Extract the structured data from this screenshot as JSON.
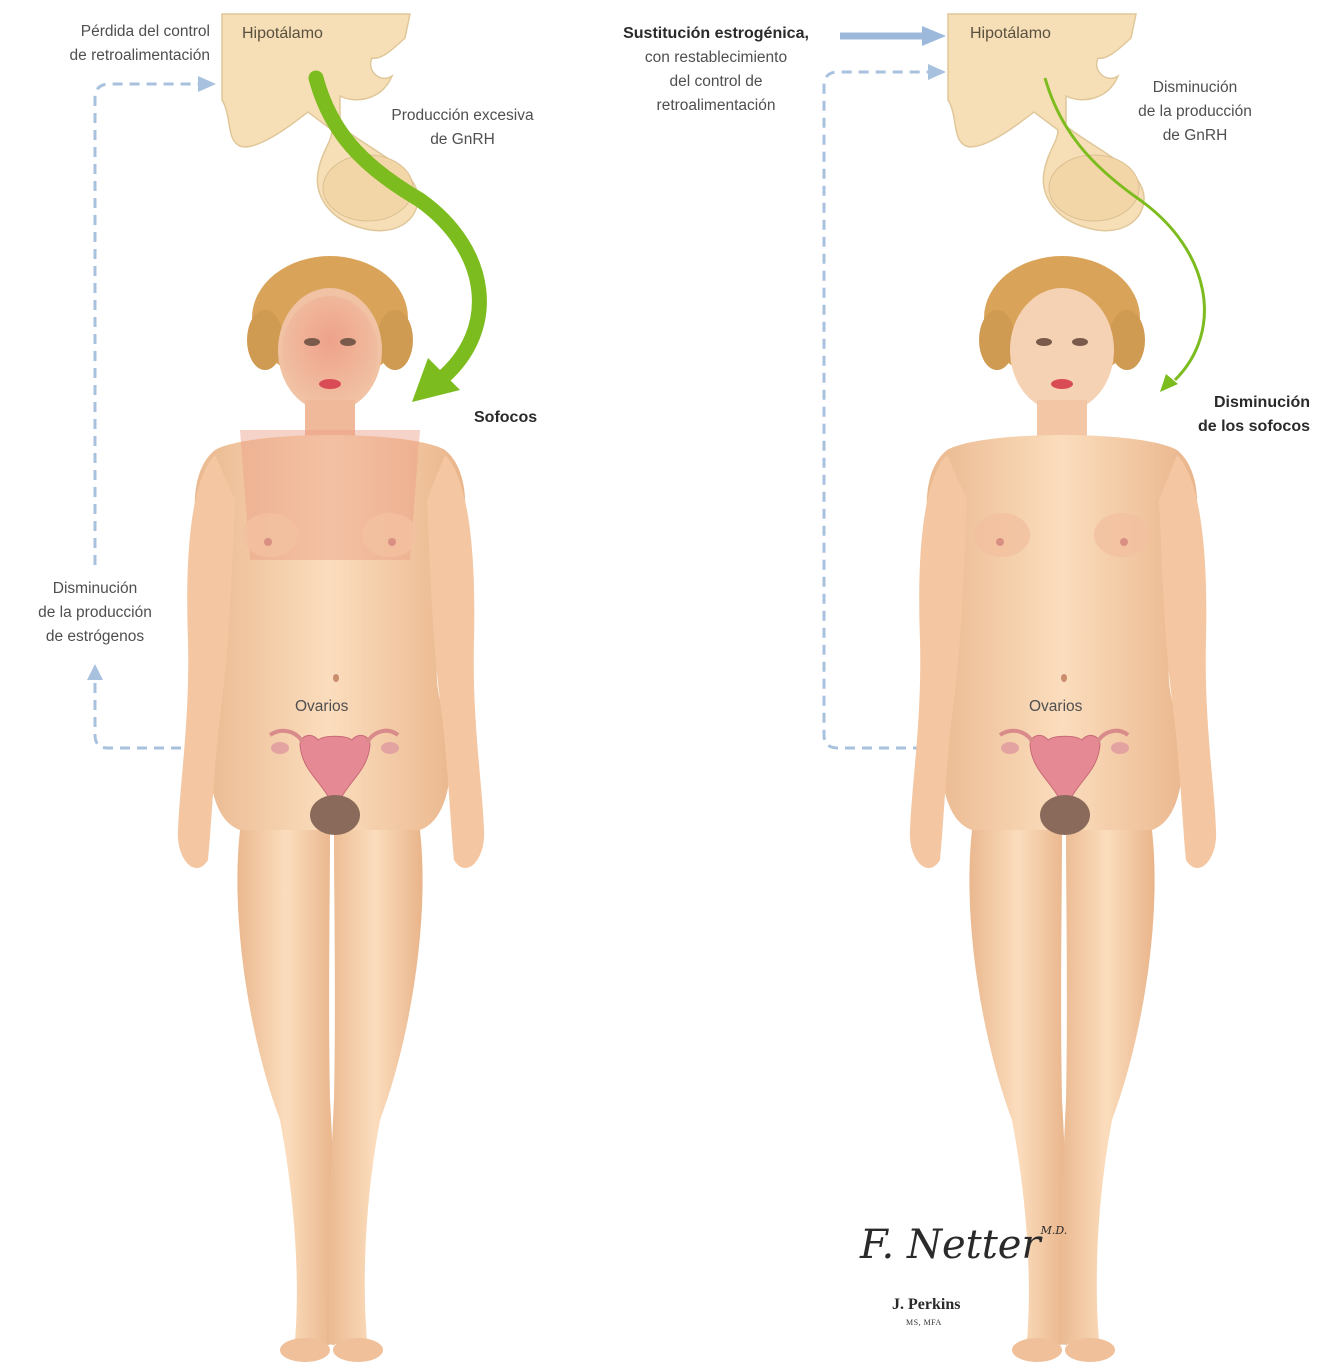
{
  "left": {
    "hypothalamus_label": "Hipotálamo",
    "feedback_loss": [
      "Pérdida del control",
      "de retroalimentación"
    ],
    "gnrh_excess": [
      "Producción excesiva",
      "de GnRH"
    ],
    "hot_flashes": "Sofocos",
    "estrogen_decrease": [
      "Disminución",
      "de la producción",
      "de estrógenos"
    ],
    "ovaries_label": "Ovarios"
  },
  "right": {
    "hypothalamus_label": "Hipotálamo",
    "estrogen_substitution": "Sustitución estrogénica,",
    "feedback_restore": [
      "con restablecimiento",
      "del control de",
      "retroalimentación"
    ],
    "gnrh_decrease": [
      "Disminución",
      "de la producción",
      "de GnRH"
    ],
    "hot_flashes_decrease": [
      "Disminución",
      "de los sofocos"
    ],
    "ovaries_label": "Ovarios"
  },
  "signature": {
    "artist": "F. Netter",
    "artist_suffix": "M.D.",
    "credit_name": "J. Perkins",
    "credit_degrees": "MS, MFA"
  },
  "colors": {
    "skin": "#f7d3ad",
    "skin_shadow": "#e7b089",
    "flush": "#ec9d86",
    "hypothalamus": "#f6dfb6",
    "gnrh_arrow": "#7cbc1f",
    "feedback_dashed": "#a8c1de",
    "estrogen_arrow": "#9cb9dc",
    "uterus": "#e58a94",
    "hair": "#d9a45a"
  }
}
